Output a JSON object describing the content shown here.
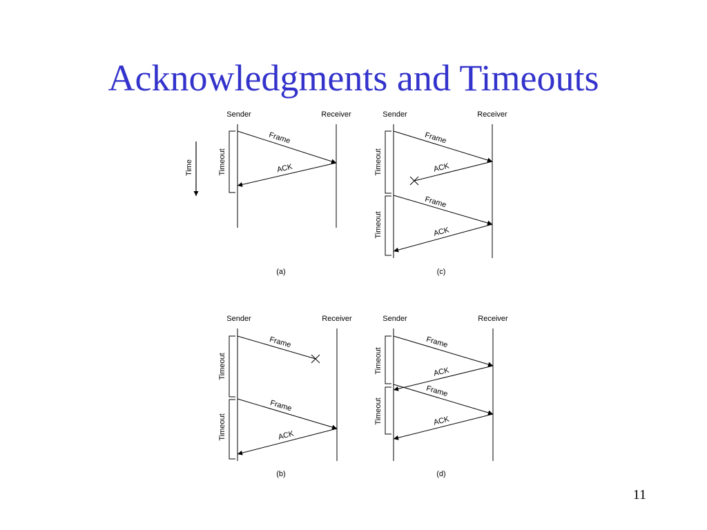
{
  "title": "Acknowledgments and Timeouts",
  "page_number": "11",
  "colors": {
    "title": "#3333cc",
    "ink": "#000000",
    "background": "#ffffff"
  },
  "time_label": "Time",
  "panels": [
    {
      "id": "a",
      "caption": "(a)",
      "sender_label": "Sender",
      "receiver_label": "Receiver",
      "timeouts": [
        "Timeout"
      ],
      "messages": [
        {
          "label": "Frame",
          "direction": "sender-to-receiver",
          "lost": false
        },
        {
          "label": "ACK",
          "direction": "receiver-to-sender",
          "lost": false
        }
      ]
    },
    {
      "id": "c",
      "caption": "(c)",
      "sender_label": "Sender",
      "receiver_label": "Receiver",
      "timeouts": [
        "Timeout",
        "Timeout"
      ],
      "messages": [
        {
          "label": "Frame",
          "direction": "sender-to-receiver",
          "lost": false
        },
        {
          "label": "ACK",
          "direction": "receiver-to-sender",
          "lost": true
        },
        {
          "label": "Frame",
          "direction": "sender-to-receiver",
          "lost": false
        },
        {
          "label": "ACK",
          "direction": "receiver-to-sender",
          "lost": false
        }
      ]
    },
    {
      "id": "b",
      "caption": "(b)",
      "sender_label": "Sender",
      "receiver_label": "Receiver",
      "timeouts": [
        "Timeout",
        "Timeout"
      ],
      "messages": [
        {
          "label": "Frame",
          "direction": "sender-to-receiver",
          "lost": true
        },
        {
          "label": "Frame",
          "direction": "sender-to-receiver",
          "lost": false
        },
        {
          "label": "ACK",
          "direction": "receiver-to-sender",
          "lost": false
        }
      ]
    },
    {
      "id": "d",
      "caption": "(d)",
      "sender_label": "Sender",
      "receiver_label": "Receiver",
      "timeouts": [
        "Timeout",
        "Timeout"
      ],
      "messages": [
        {
          "label": "Frame",
          "direction": "sender-to-receiver",
          "lost": false
        },
        {
          "label": "ACK",
          "direction": "receiver-to-sender",
          "lost": false
        },
        {
          "label": "Frame",
          "direction": "sender-to-receiver",
          "lost": false
        },
        {
          "label": "ACK",
          "direction": "receiver-to-sender",
          "lost": false
        }
      ]
    }
  ]
}
